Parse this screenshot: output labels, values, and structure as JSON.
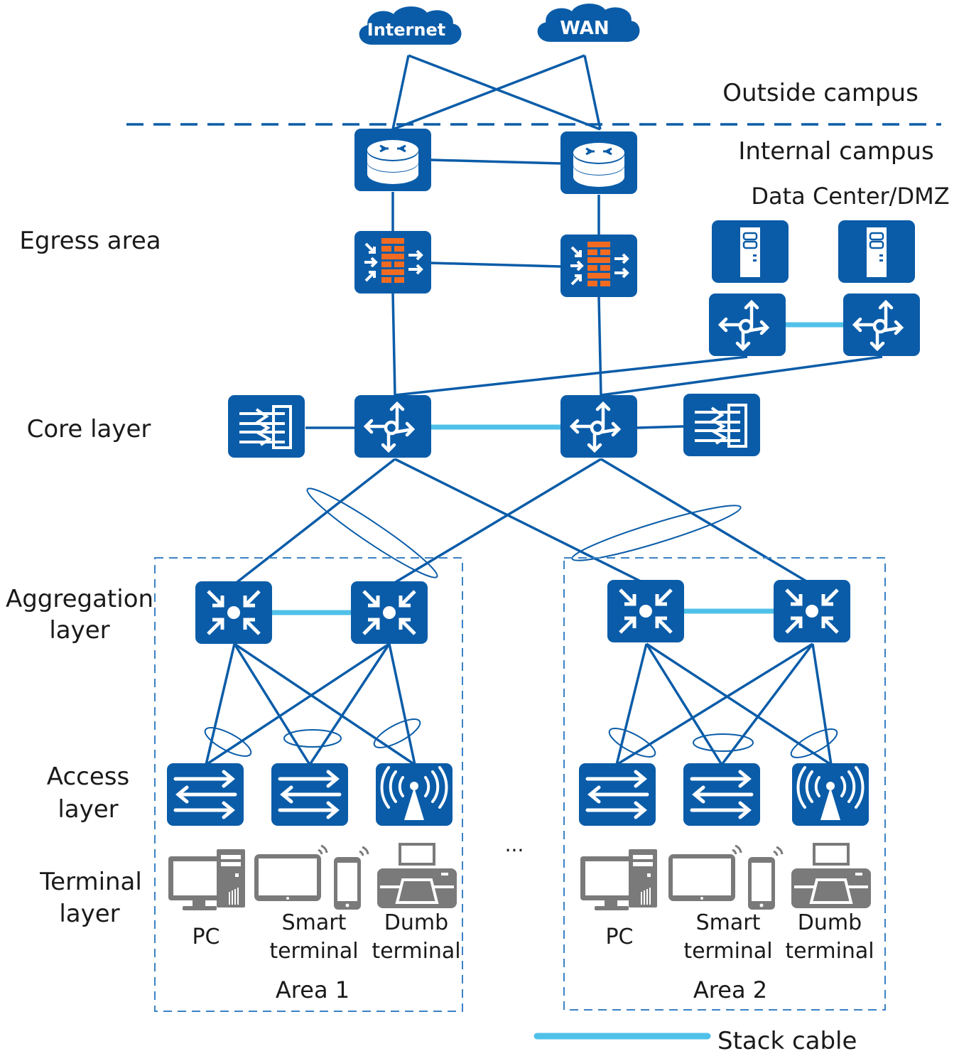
{
  "colors": {
    "device": "#0a5ca8",
    "link": "#0a5ca8",
    "stack": "#4fc1e9",
    "firewall_brick": "#f26b21",
    "terminal_gray": "#7a7a7a",
    "area_border": "#3a82c4",
    "text": "#1a1a1a"
  },
  "clouds": [
    {
      "id": "internet",
      "label": "Internet"
    },
    {
      "id": "wan",
      "label": "WAN"
    }
  ],
  "zones": {
    "outside": "Outside campus",
    "internal": "Internal campus",
    "datacenter": "Data Center/DMZ"
  },
  "layers": {
    "egress": "Egress area",
    "core": "Core layer",
    "aggregation": [
      "Aggregation",
      "layer"
    ],
    "access": [
      "Access",
      "layer"
    ],
    "terminal": [
      "Terminal",
      "layer"
    ]
  },
  "areas": [
    {
      "label": "Area 1",
      "terminals": [
        {
          "type": "pc",
          "label": [
            "PC"
          ]
        },
        {
          "type": "smart",
          "label": [
            "Smart",
            "terminal"
          ]
        },
        {
          "type": "dumb",
          "label": [
            "Dumb",
            "terminal"
          ]
        }
      ]
    },
    {
      "label": "Area 2",
      "terminals": [
        {
          "type": "pc",
          "label": [
            "PC"
          ]
        },
        {
          "type": "smart",
          "label": [
            "Smart",
            "terminal"
          ]
        },
        {
          "type": "dumb",
          "label": [
            "Dumb",
            "terminal"
          ]
        }
      ]
    }
  ],
  "ellipsis": "...",
  "legend": {
    "stack_cable": "Stack cable"
  }
}
